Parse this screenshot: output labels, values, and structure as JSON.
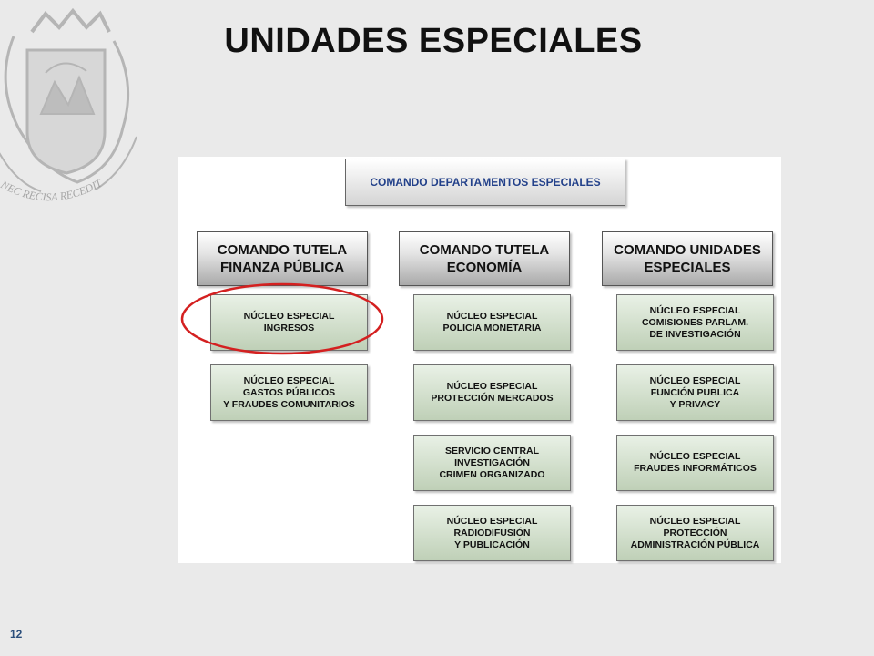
{
  "slide": {
    "title": "UNIDADES ESPECIALES",
    "page_number": "12",
    "crest_motto": "NEC RECISA RECEDIT"
  },
  "org_chart": {
    "top": "COMANDO DEPARTAMENTOS ESPECIALES",
    "columns": [
      {
        "command": [
          "COMANDO TUTELA",
          "FINANZA PÚBLICA"
        ],
        "units": [
          [
            "NÚCLEO ESPECIAL",
            "INGRESOS"
          ],
          [
            "NÚCLEO ESPECIAL",
            "GASTOS PÚBLICOS",
            "Y FRAUDES COMUNITARIOS"
          ]
        ]
      },
      {
        "command": [
          "COMANDO TUTELA",
          "ECONOMÍA"
        ],
        "units": [
          [
            "NÚCLEO ESPECIAL",
            "POLICÍA MONETARIA"
          ],
          [
            "NÚCLEO ESPECIAL",
            "PROTECCIÓN MERCADOS"
          ],
          [
            "SERVICIO CENTRAL",
            "INVESTIGACIÓN",
            "CRIMEN ORGANIZADO"
          ],
          [
            "NÚCLEO ESPECIAL",
            "RADIODIFUSIÓN",
            "Y PUBLICACIÓN"
          ]
        ]
      },
      {
        "command": [
          "COMANDO UNIDADES",
          "ESPECIALES"
        ],
        "units": [
          [
            "NÚCLEO ESPECIAL",
            "COMISIONES PARLAM.",
            "DE INVESTIGACIÓN"
          ],
          [
            "NÚCLEO ESPECIAL",
            "FUNCIÓN PUBLICA",
            "Y PRIVACY"
          ],
          [
            "NÚCLEO ESPECIAL",
            "FRAUDES INFORMÁTICOS"
          ],
          [
            "NÚCLEO ESPECIAL",
            "PROTECCIÓN",
            "ADMINISTRACIÓN PÚBLICA"
          ]
        ]
      }
    ],
    "highlighted_unit": [
      "NÚCLEO ESPECIAL",
      "INGRESOS"
    ]
  },
  "colors": {
    "background": "#eaeaea",
    "top_text": "#23418a",
    "unit_fill": "#cfdcc9",
    "highlight": "#d42020",
    "page_number": "#2c4f7c"
  }
}
